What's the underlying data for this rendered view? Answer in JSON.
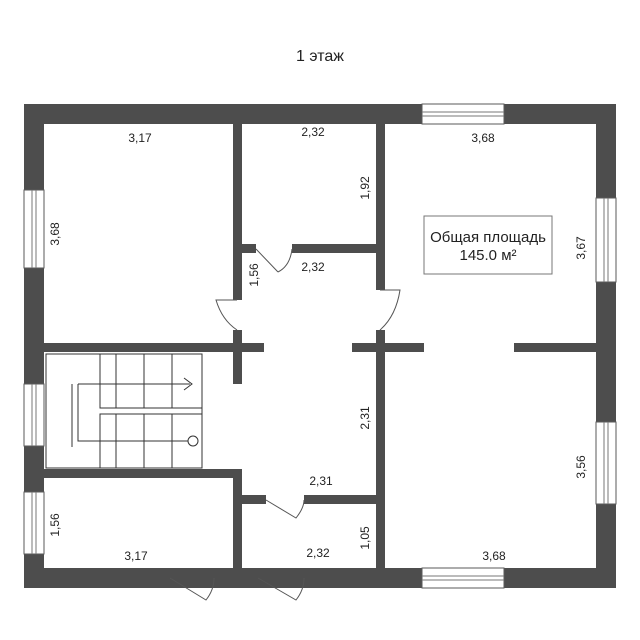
{
  "title": "1 этаж",
  "area": {
    "label": "Общая площадь",
    "value": "145.0 м²"
  },
  "dimensions": {
    "room_tl_width": "3,17",
    "room_tl_height": "3,68",
    "room_tm_width": "2,32",
    "room_tm_height": "1,92",
    "hall_upper_width": "2,32",
    "hall_upper_height": "1,56",
    "room_right_top_width": "3,68",
    "room_right_top_height": "3,67",
    "hall_lower_height": "2,31",
    "hall_lower_width": "2,31",
    "room_right_bottom_height": "3,56",
    "room_right_bottom_width": "3,68",
    "room_bl_height": "1,56",
    "room_bl_width": "3,17",
    "room_bm_width": "2,32",
    "room_bm_height": "1,05"
  },
  "colors": {
    "wall": "#4d4d4d",
    "background": "#ffffff"
  }
}
